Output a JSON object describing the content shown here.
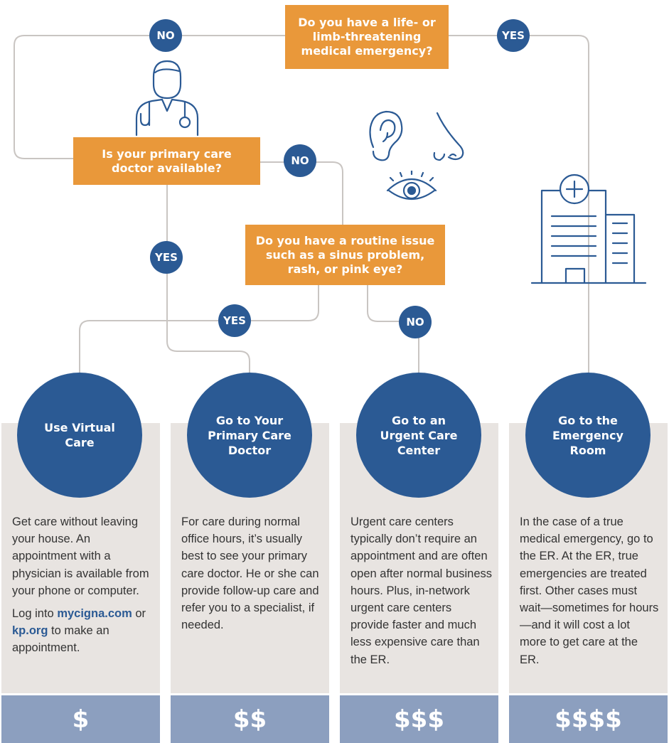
{
  "questions": {
    "emergency": "Do you have a life- or limb-threatening medical emergency?",
    "primary": "Is your primary care doctor available?",
    "routine": "Do you have a routine issue such as a sinus problem, rash, or pink eye?"
  },
  "badges": {
    "emergency_no": "NO",
    "emergency_yes": "YES",
    "primary_no": "NO",
    "primary_yes": "YES",
    "routine_yes": "YES",
    "routine_no": "NO"
  },
  "options": [
    {
      "title": "Use Virtual Care",
      "description": "Get care without leaving your house. An appointment with a physician is available from your phone or computer.",
      "extra_prefix": "Log into ",
      "link1": "mycigna.com",
      "extra_mid": " or ",
      "link2": "kp.org",
      "extra_suffix": " to make an appointment.",
      "cost": "$"
    },
    {
      "title": "Go to Your Primary Care Doctor",
      "description": "For care during normal office hours, it’s usually best to see your primary care doctor. He or she can provide follow-up care and refer you to a specialist, if needed.",
      "cost": "$$"
    },
    {
      "title": "Go to an Urgent Care Center",
      "description": "Urgent care centers typically don’t require an appointment and are often open after normal business hours. Plus, in-network urgent care centers provide faster and much less expensive care than the ER.",
      "cost": "$$$"
    },
    {
      "title": "Go to the Emergency Room",
      "description": "In the case of a true medical emergency, go to the ER. At the ER, true emergencies are treated first. Other cases must wait—sometimes for hours—and it will cost a lot more to get care at the ER.",
      "cost": "$$$$"
    }
  ],
  "icons": [
    "doctor-icon",
    "ear-icon",
    "nose-icon",
    "eye-icon",
    "hospital-icon"
  ],
  "colors": {
    "question_orange": "#e9983a",
    "badge_blue": "#2b5a94",
    "panel_gray": "#e8e4e1",
    "cost_blue": "#8c9fbf",
    "line_gray": "#c9c5c2"
  }
}
